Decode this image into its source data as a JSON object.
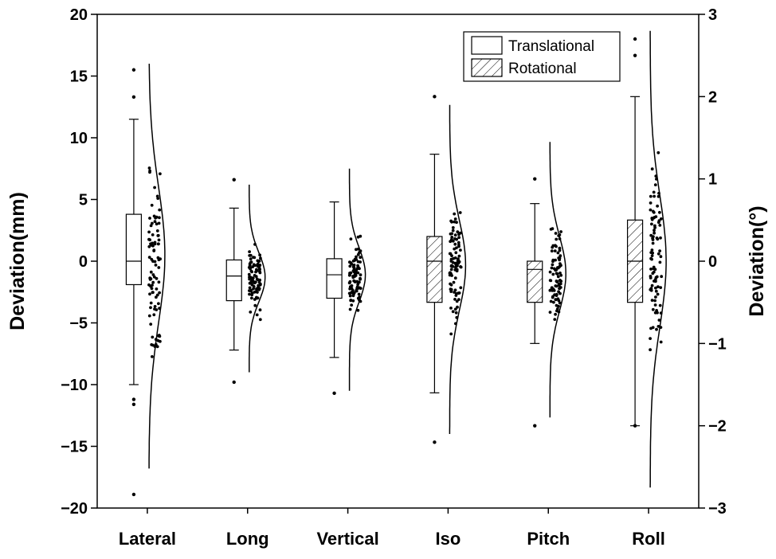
{
  "chart_data": {
    "type": "box",
    "title": "",
    "xlabel": "",
    "categories": [
      "Lateral",
      "Long",
      "Vertical",
      "Iso",
      "Pitch",
      "Roll"
    ],
    "ylabel_left": "Deviation(mm)",
    "ylabel_right": "Deviation(°)",
    "ylim_left": [
      -20,
      20
    ],
    "ylim_right": [
      -3,
      3
    ],
    "yticks_left": [
      -20,
      -15,
      -10,
      -5,
      0,
      5,
      10,
      15,
      20
    ],
    "yticks_right": [
      -3,
      -2,
      -1,
      0,
      1,
      2,
      3
    ],
    "grid": false,
    "legend": {
      "position": "top-right",
      "entries": [
        {
          "label": "Translational",
          "pattern": "plain"
        },
        {
          "label": "Rotational",
          "pattern": "hatched"
        }
      ]
    },
    "series": [
      {
        "category": "Lateral",
        "axis": "left",
        "pattern": "plain",
        "whisker_low": -10.0,
        "q1": -1.9,
        "median": 0.0,
        "q3": 3.8,
        "whisker_high": 11.5,
        "outliers": [
          -18.9,
          -11.6,
          -11.2,
          13.3,
          15.5
        ],
        "curve_mean": 0.5,
        "curve_sd": 5.5,
        "curve_range": [
          -16.8,
          16.0
        ],
        "curve_peak": 1.0
      },
      {
        "category": "Long",
        "axis": "left",
        "pattern": "plain",
        "whisker_low": -7.2,
        "q1": -3.2,
        "median": -1.2,
        "q3": 0.1,
        "whisker_high": 4.3,
        "outliers": [
          -9.8,
          6.6
        ],
        "curve_mean": -1.3,
        "curve_sd": 2.0,
        "curve_range": [
          -9.0,
          6.2
        ],
        "curve_peak": 1.0
      },
      {
        "category": "Vertical",
        "axis": "left",
        "pattern": "plain",
        "whisker_low": -7.8,
        "q1": -3.0,
        "median": -1.1,
        "q3": 0.2,
        "whisker_high": 4.8,
        "outliers": [
          -10.7
        ],
        "curve_mean": -1.1,
        "curve_sd": 2.2,
        "curve_range": [
          -10.5,
          7.5
        ],
        "curve_peak": 1.0
      },
      {
        "category": "Iso",
        "axis": "right",
        "pattern": "hatched",
        "whisker_low": -1.6,
        "q1": -0.5,
        "median": 0.0,
        "q3": 0.3,
        "whisker_high": 1.3,
        "outliers": [
          -2.2,
          2.0
        ],
        "curve_mean": -0.05,
        "curve_sd": 0.55,
        "curve_range": [
          -2.1,
          1.9
        ],
        "curve_peak": 1.0
      },
      {
        "category": "Pitch",
        "axis": "right",
        "pattern": "hatched",
        "whisker_low": -1.0,
        "q1": -0.5,
        "median": -0.1,
        "q3": 0.0,
        "whisker_high": 0.7,
        "outliers": [
          -2.0,
          1.0
        ],
        "curve_mean": -0.15,
        "curve_sd": 0.45,
        "curve_range": [
          -1.9,
          1.45
        ],
        "curve_peak": 1.0
      },
      {
        "category": "Roll",
        "axis": "right",
        "pattern": "hatched",
        "whisker_low": -2.0,
        "q1": -0.5,
        "median": 0.0,
        "q3": 0.5,
        "whisker_high": 2.0,
        "outliers": [
          -2.0,
          2.5,
          2.7
        ],
        "curve_mean": 0.0,
        "curve_sd": 0.8,
        "curve_range": [
          -2.75,
          2.8
        ],
        "curve_peak": 1.0
      }
    ]
  }
}
